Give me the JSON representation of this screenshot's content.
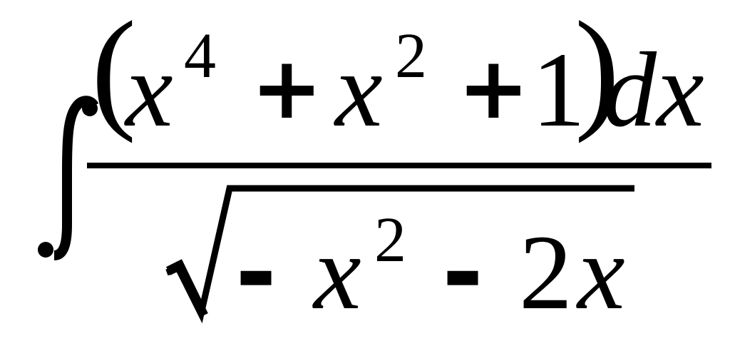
{
  "formula": {
    "integral_sign": "∫",
    "numerator": {
      "open_paren": "(",
      "close_paren": ")",
      "term1_base": "x",
      "term1_exp": "4",
      "plus1": "+",
      "term2_base": "x",
      "term2_exp": "2",
      "plus2": "+",
      "constant": "1",
      "differential": "dx"
    },
    "denominator": {
      "radical": "√",
      "minus1": "-",
      "term1_base": "x",
      "term1_exp": "2",
      "minus2": "-",
      "coef": "2",
      "term2_base": "x"
    }
  },
  "colors": {
    "ink": "#000000",
    "background": "#ffffff"
  }
}
